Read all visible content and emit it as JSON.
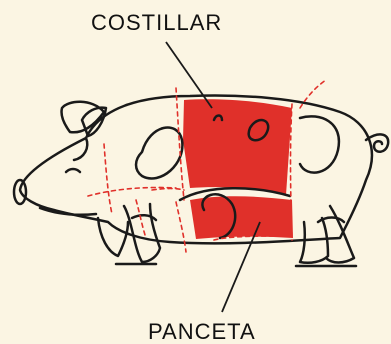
{
  "diagram": {
    "labels": {
      "top": "COSTILLAR",
      "bottom": "PANCETA"
    },
    "colors": {
      "background": "#fbf5e3",
      "outline": "#1a1a1a",
      "highlight": "#e0302a",
      "cut_lines": "#e0302a"
    },
    "highlighted_cuts": [
      "costillar",
      "panceta"
    ]
  }
}
